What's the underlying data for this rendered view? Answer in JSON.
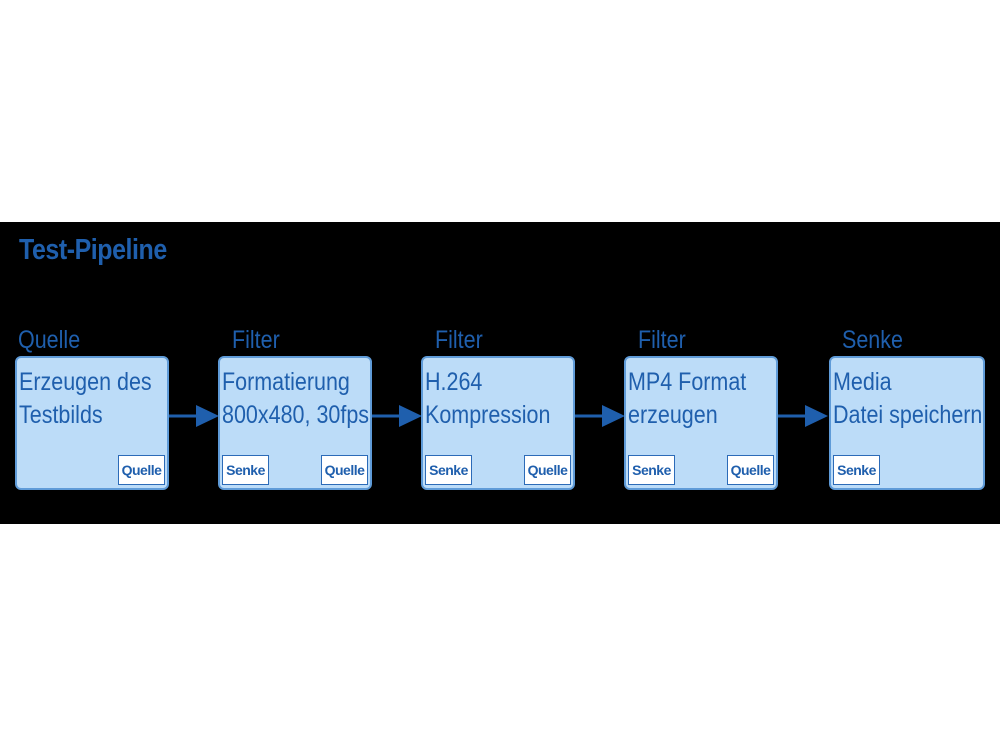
{
  "title": "Test-Pipeline",
  "stages": [
    {
      "type_label": "Quelle",
      "lines": [
        "Erzeugen des",
        "Testbilds"
      ],
      "sink_pad": "",
      "source_pad": "Quelle"
    },
    {
      "type_label": "Filter",
      "lines": [
        "Formatierung",
        "800x480, 30fps"
      ],
      "sink_pad": "Senke",
      "source_pad": "Quelle"
    },
    {
      "type_label": "Filter",
      "lines": [
        "H.264",
        "Kompression"
      ],
      "sink_pad": "Senke",
      "source_pad": "Quelle"
    },
    {
      "type_label": "Filter",
      "lines": [
        "MP4 Format",
        "erzeugen"
      ],
      "sink_pad": "Senke",
      "source_pad": "Quelle"
    },
    {
      "type_label": "Senke",
      "lines": [
        "Media",
        "Datei speichern"
      ],
      "sink_pad": "Senke",
      "source_pad": ""
    }
  ],
  "colors": {
    "background": "#000000",
    "box_fill": "#bcdcf8",
    "box_border": "#5f9bd8",
    "text": "#1f5fad",
    "arrow": "#1f5fad"
  }
}
